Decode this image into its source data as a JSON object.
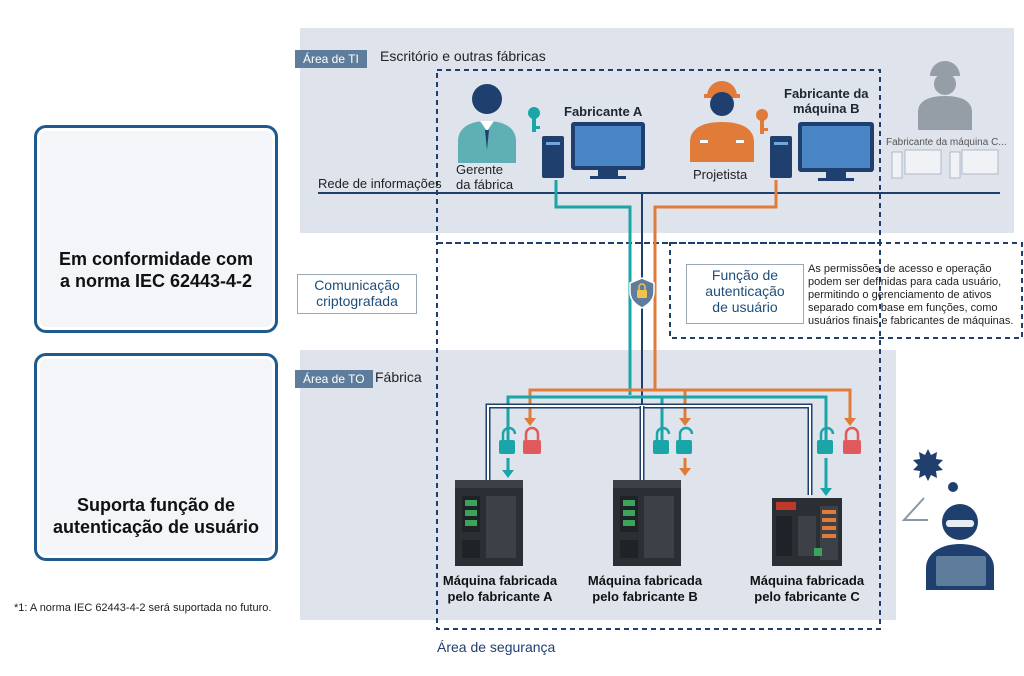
{
  "it_area": {
    "tag": "Área de TI",
    "title": "Escritório e outras fábricas"
  },
  "ot_area": {
    "tag": "Área de TO",
    "title": "Fábrica"
  },
  "network_label": "Rede de informações",
  "people": {
    "manager": "Gerente\nda fábrica",
    "designer": "Projetista",
    "maker_a": "Fabricante A",
    "maker_b": "Fabricante da\nmáquina B",
    "maker_c": "Fabricante da máquina C..."
  },
  "encrypted_comm": "Comunicação\ncriptografada",
  "auth_function": {
    "title": "Função de\nautenticação\nde usuário",
    "description": "As permissões de acesso e operação\npodem ser definidas para cada usuário,\npermitindo o gerenciamento de ativos\nseparado com base em funções, como\nusuários finais e fabricantes de máquinas."
  },
  "cards": {
    "iec": "Em conformidade com\na norma IEC 62443-4-2",
    "auth": "Suporta função de\nautenticação de usuário"
  },
  "machines": [
    "Máquina fabricada\npelo fabricante A",
    "Máquina fabricada\npelo fabricante B",
    "Máquina fabricada\npelo fabricante C"
  ],
  "security_area": "Área de segurança",
  "footnote": "*1: A norma IEC 62443-4-2 será suportada no futuro.",
  "colors": {
    "navy": "#1f5a8e",
    "teal": "#1aa5a9",
    "orange": "#e07b39",
    "red": "#e05a5a",
    "zone": "#dfe4ec",
    "tag": "#5e7d9c"
  }
}
